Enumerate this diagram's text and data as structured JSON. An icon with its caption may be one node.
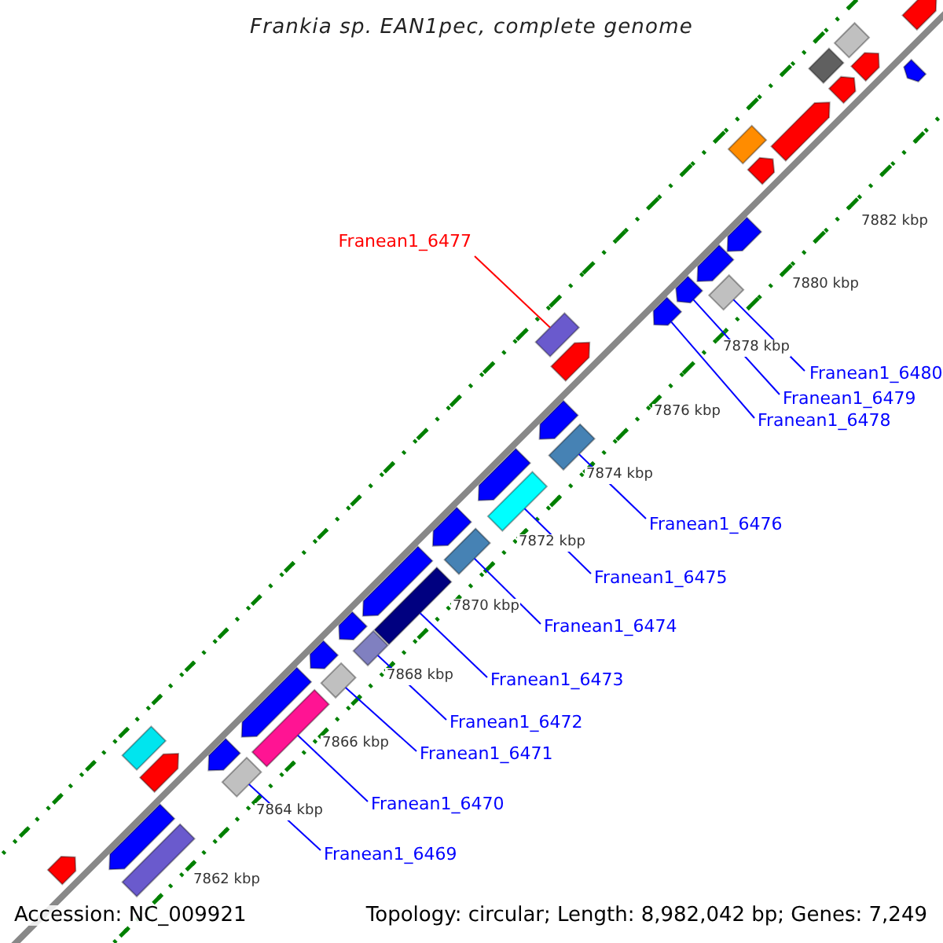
{
  "diagram": {
    "title": "Frankia sp. EAN1pec, complete genome",
    "nodes": [
      {
        "text": [
          "Franean1_6477"
        ]
      },
      {
        "text": [],
        "shape": "box"
      },
      {
        "text": [
          "Franean1_6480"
        ]
      },
      {
        "text": [],
        "shape": "box"
      },
      {
        "text": [
          "Franean1_6479"
        ]
      },
      {
        "text": [],
        "shape": "arrow"
      },
      {
        "text": [
          "Franean1_6478"
        ]
      },
      {
        "text": [],
        "shape": "arrow"
      },
      {
        "text": [
          "Franean1_6476"
        ]
      },
      {
        "text": [],
        "shape": "box"
      },
      {
        "text": [
          "Franean1_6475"
        ]
      },
      {
        "text": [],
        "shape": "box"
      },
      {
        "text": [
          "Franean1_6474"
        ]
      },
      {
        "text": [],
        "shape": "box"
      },
      {
        "text": [
          "Franean1_6473"
        ]
      },
      {
        "text": [],
        "shape": "box"
      },
      {
        "text": [
          "Franean1_6472"
        ]
      },
      {
        "text": [],
        "shape": "box"
      },
      {
        "text": [
          "Franean1_6471"
        ]
      },
      {
        "text": [],
        "shape": "box"
      },
      {
        "text": [
          "Franean1_6470"
        ]
      },
      {
        "text": [],
        "shape": "box"
      },
      {
        "text": [
          "Franean1_6469"
        ]
      },
      {
        "text": [],
        "shape": "box"
      },
      {
        "text": [],
        "shape": "arrow"
      },
      {
        "text": [],
        "shape": "box"
      },
      {
        "text": [],
        "shape": "box"
      },
      {
        "text": [],
        "shape": "arrow"
      },
      {
        "text": [],
        "shape": "arrow"
      },
      {
        "text": [],
        "shape": "arrow"
      },
      {
        "text": [],
        "shape": "box"
      },
      {
        "text": [],
        "shape": "arrow"
      },
      {
        "text": [],
        "shape": "arrow"
      },
      {
        "text": [],
        "shape": "arrow"
      },
      {
        "text": [],
        "shape": "arrow"
      },
      {
        "text": [],
        "shape": "arrow"
      },
      {
        "text": [],
        "shape": "arrow"
      },
      {
        "text": [],
        "shape": "arrow"
      },
      {
        "text": [],
        "shape": "arrow"
      },
      {
        "text": [],
        "shape": "arrow"
      },
      {
        "text": [],
        "shape": "arrow"
      },
      {
        "text": [],
        "shape": "arrow"
      },
      {
        "text": [],
        "shape": "arrow"
      },
      {
        "text": [],
        "shape": "arrow"
      },
      {
        "text": [],
        "shape": "arrow"
      },
      {
        "text": [],
        "shape": "box"
      },
      {
        "text": [],
        "shape": "box"
      },
      {
        "text": [],
        "shape": "arrow"
      },
      {
        "text": [],
        "shape": "arrow"
      }
    ],
    "edges": [
      {
        "from": 0,
        "to": 1,
        "arrow": "none",
        "color": "#ff0000"
      },
      {
        "from": 2,
        "to": 3,
        "arrow": "none"
      },
      {
        "from": 4,
        "to": 5,
        "arrow": "none"
      },
      {
        "from": 6,
        "to": 7,
        "arrow": "none"
      },
      {
        "from": 8,
        "to": 9,
        "arrow": "none"
      },
      {
        "from": 10,
        "to": 11,
        "arrow": "none"
      },
      {
        "from": 12,
        "to": 13,
        "arrow": "none"
      },
      {
        "from": 14,
        "to": 15,
        "arrow": "none"
      },
      {
        "from": 16,
        "to": 17,
        "arrow": "none"
      },
      {
        "from": 18,
        "to": 19,
        "arrow": "none"
      },
      {
        "from": 20,
        "to": 21,
        "arrow": "none"
      },
      {
        "from": 22,
        "to": 23,
        "arrow": "none"
      }
    ],
    "labels": [
      "7882 kbp",
      "7880 kbp",
      "7878 kbp",
      "7876 kbp",
      "7874 kbp",
      "7872 kbp",
      "7870 kbp",
      "7868 kbp",
      "7866 kbp",
      "7864 kbp",
      "7862 kbp",
      "Accession: NC_009921",
      "Topology: circular; Length: 8,982,042 bp; Genes: 7,249"
    ]
  }
}
